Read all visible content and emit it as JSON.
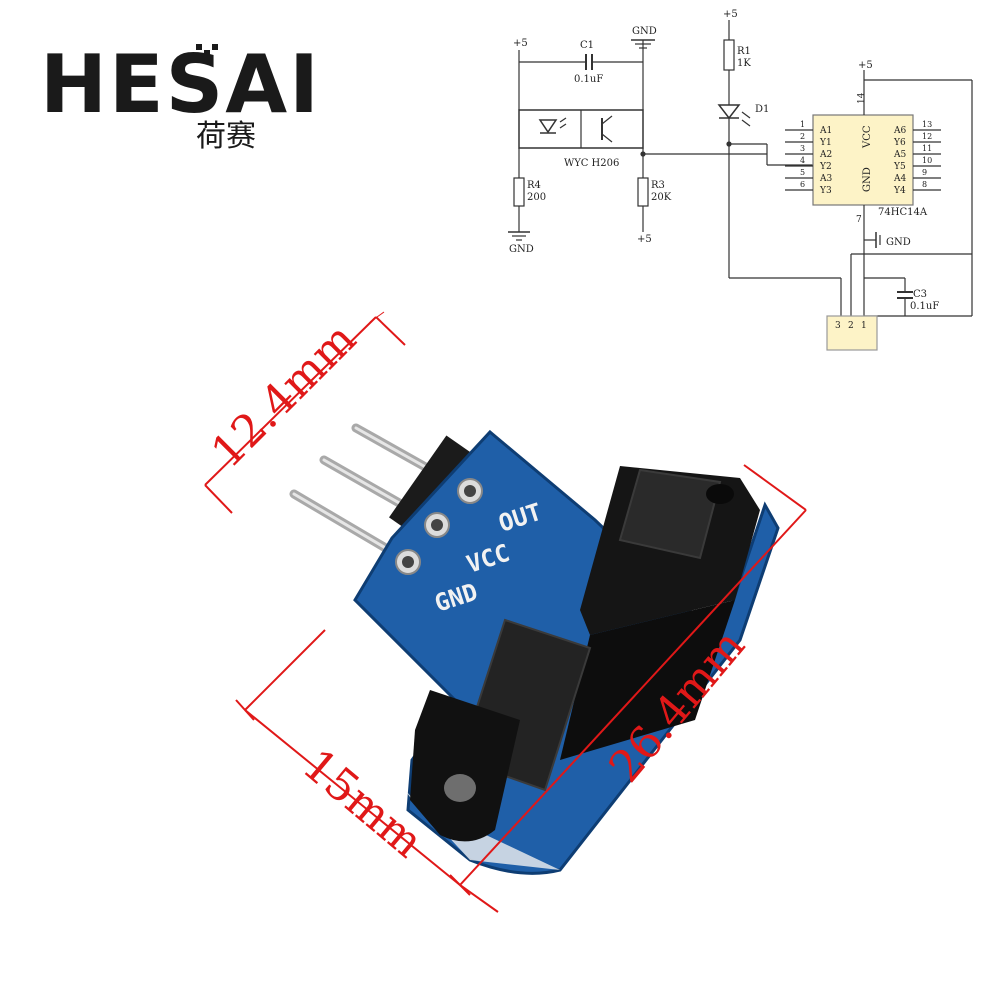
{
  "brand": {
    "name": "HESAI",
    "subtitle": "荷赛"
  },
  "schematic": {
    "supply_label": "+5",
    "gnd_label": "GND",
    "c1": {
      "ref": "C1",
      "value": "0.1uF"
    },
    "sensor": {
      "name": "WYC H206"
    },
    "r4": {
      "ref": "R4",
      "value": "200"
    },
    "r3": {
      "ref": "R3",
      "value": "20K"
    },
    "r1": {
      "ref": "R1",
      "value": "1K"
    },
    "d1": {
      "ref": "D1"
    },
    "ic": {
      "part": "74HC14A",
      "vcc": "VCC",
      "gnd": "GND",
      "vcc_pin": "14",
      "gnd_pin": "7",
      "left_pins": [
        "A1",
        "Y1",
        "A2",
        "Y2",
        "A3",
        "Y3"
      ],
      "left_nums": [
        "1",
        "2",
        "3",
        "4",
        "5",
        "6"
      ],
      "right_pins": [
        "A6",
        "Y6",
        "A5",
        "Y5",
        "A4",
        "Y4"
      ],
      "right_nums": [
        "13",
        "12",
        "11",
        "10",
        "9",
        "8"
      ]
    },
    "c3": {
      "ref": "C3",
      "value": "0.1uF"
    },
    "gnd_tag": "GND",
    "connector_pins": [
      "3",
      "2",
      "1"
    ]
  },
  "board": {
    "pin_labels": [
      "OUT",
      "VCC",
      "GND"
    ]
  },
  "dimensions": {
    "width": "12.4mm",
    "length": "26.4mm",
    "depth": "15mm"
  },
  "colors": {
    "pcb": "#1f5fa8",
    "dimension": "#e01818",
    "ic_body": "#fdf3c7"
  }
}
